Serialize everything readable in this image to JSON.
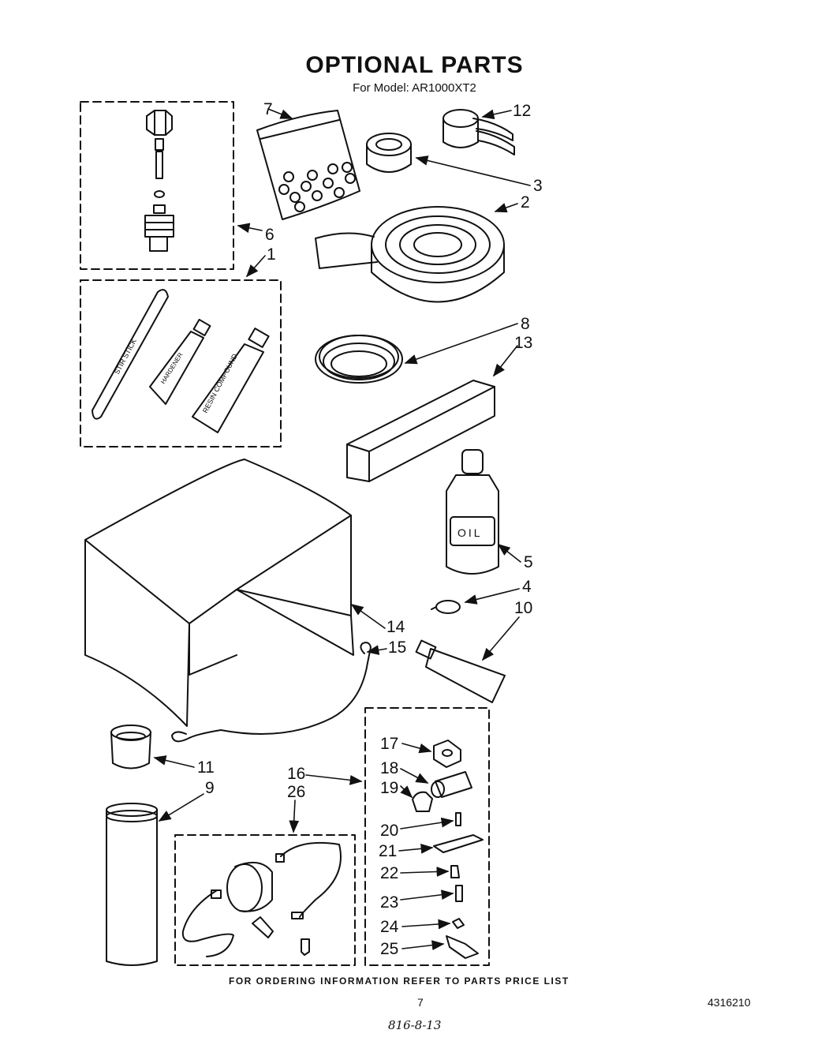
{
  "title": "OPTIONAL PARTS",
  "subtitle": "For Model: AR1000XT2",
  "footer_note": "FOR ORDERING INFORMATION REFER TO PARTS PRICE LIST",
  "page_number": "7",
  "document_number": "4316210",
  "handwritten_code": "816-8-13",
  "labels": {
    "stir_stick": "STIR STICK",
    "hardener": "HARDENER",
    "resin_compound": "RESIN COMPOUND",
    "oil": "OIL"
  },
  "callouts": {
    "c1": "1",
    "c2": "2",
    "c3": "3",
    "c4": "4",
    "c5": "5",
    "c6": "6",
    "c7": "7",
    "c8": "8",
    "c9": "9",
    "c10": "10",
    "c11": "11",
    "c12": "12",
    "c13": "13",
    "c14": "14",
    "c15": "15",
    "c16": "16",
    "c17": "17",
    "c18": "18",
    "c19": "19",
    "c20": "20",
    "c21": "21",
    "c22": "22",
    "c23": "23",
    "c24": "24",
    "c25": "25",
    "c26": "26"
  }
}
